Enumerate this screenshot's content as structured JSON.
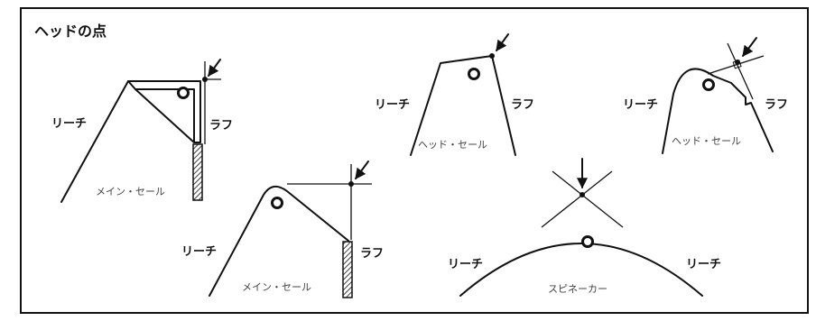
{
  "title": "ヘッドの点",
  "labels": {
    "leech": "リーチ",
    "luff": "ラフ"
  },
  "captions": {
    "main_sail": "メイン・セール",
    "head_sail": "ヘッド・セール",
    "spinnaker": "スピネーカー"
  }
}
